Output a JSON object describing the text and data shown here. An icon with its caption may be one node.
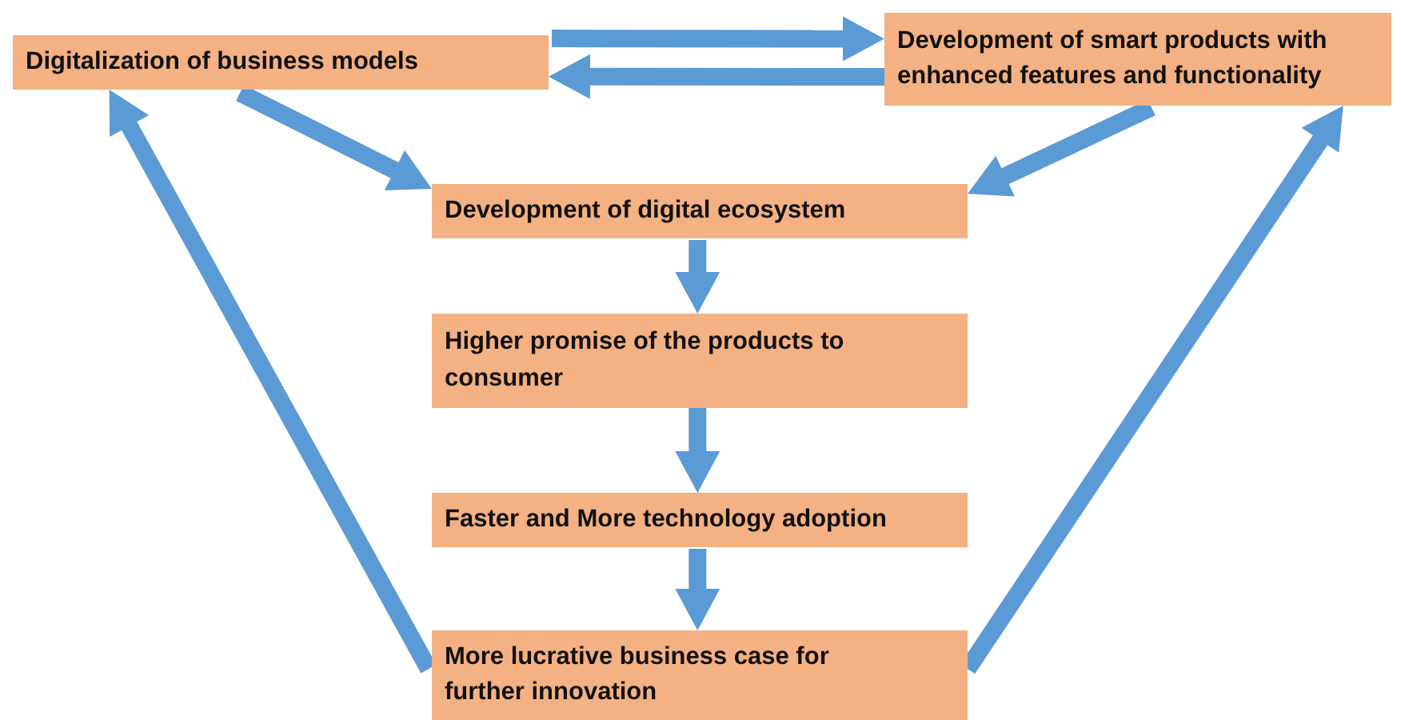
{
  "diagram": {
    "nodes": [
      {
        "text": [
          "Digitalization of business models"
        ]
      },
      {
        "text": [
          "Development of smart products with enhanced features and functionality"
        ]
      },
      {
        "text": [
          "Development of digital ecosystem"
        ]
      },
      {
        "text": [
          "Higher promise of the products to consumer"
        ]
      },
      {
        "text": [
          "Faster and More technology adoption"
        ]
      },
      {
        "text": [
          "More lucrative business case for further innovation"
        ]
      }
    ],
    "edges": [
      {
        "from": 0,
        "to": 1,
        "arrow": "to"
      },
      {
        "from": 1,
        "to": 0,
        "arrow": "to"
      },
      {
        "from": 0,
        "to": 2,
        "arrow": "to"
      },
      {
        "from": 1,
        "to": 2,
        "arrow": "to"
      },
      {
        "from": 2,
        "to": 3,
        "arrow": "to"
      },
      {
        "from": 3,
        "to": 4,
        "arrow": "to"
      },
      {
        "from": 4,
        "to": 5,
        "arrow": "to"
      },
      {
        "from": 5,
        "to": 0,
        "arrow": "to"
      },
      {
        "from": 5,
        "to": 1,
        "arrow": "to"
      }
    ]
  }
}
